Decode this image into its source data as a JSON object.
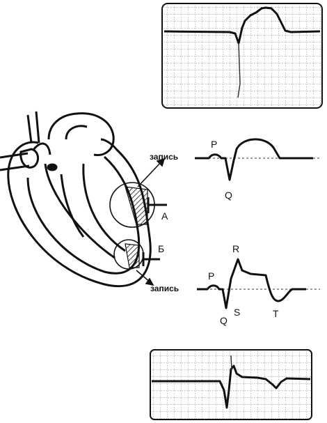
{
  "labels": {
    "record_top": "запись",
    "record_bottom": "запись",
    "electrode_a": "А",
    "electrode_b": "Б",
    "wave_p_top": "P",
    "wave_q_top": "Q",
    "wave_p_bottom": "P",
    "wave_r": "R",
    "wave_q_bottom": "Q",
    "wave_s": "S",
    "wave_t": "T"
  }
}
